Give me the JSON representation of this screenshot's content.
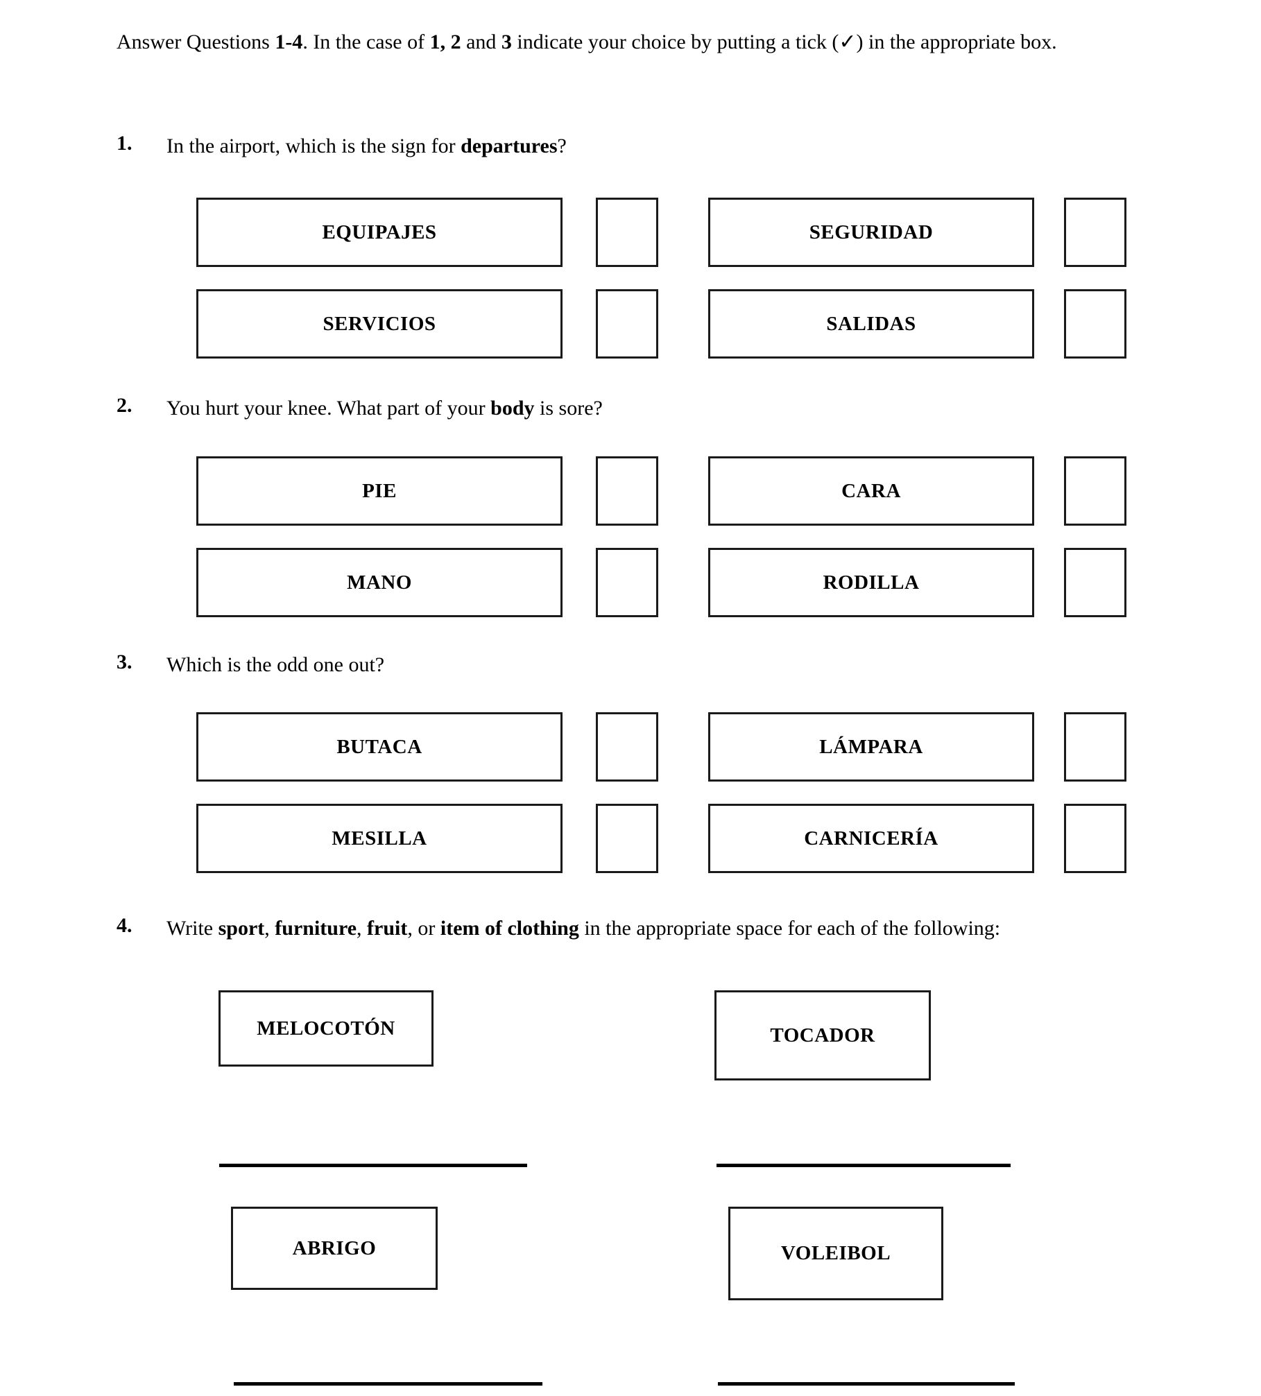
{
  "document": {
    "intro": {
      "segments": [
        {
          "text": "Answer Questions ",
          "bold": false
        },
        {
          "text": "1-4",
          "bold": true
        },
        {
          "text": ". In the case of ",
          "bold": false
        },
        {
          "text": "1, 2",
          "bold": true
        },
        {
          "text": " and ",
          "bold": false
        },
        {
          "text": "3",
          "bold": true
        },
        {
          "text": " indicate your choice by putting a tick (✓) in the appropriate box.",
          "bold": false
        }
      ],
      "plain": "Answer Questions 1-4. In the case of 1, 2 and 3 indicate your choice by putting a tick (✓) in the appropriate box."
    },
    "questions": [
      {
        "number": "1.",
        "prompt_segments": [
          {
            "text": "In the airport, which is the sign for ",
            "bold": false
          },
          {
            "text": "departures",
            "bold": true
          },
          {
            "text": "?",
            "bold": false
          }
        ],
        "prompt_plain": "In the airport, which is the sign for departures?",
        "type": "tick-box",
        "options": [
          {
            "label": "EQUIPAJES",
            "column": "left",
            "row": 1,
            "ticked": false
          },
          {
            "label": "SEGURIDAD",
            "column": "right",
            "row": 1,
            "ticked": false
          },
          {
            "label": "SERVICIOS",
            "column": "left",
            "row": 2,
            "ticked": false
          },
          {
            "label": "SALIDAS",
            "column": "right",
            "row": 2,
            "ticked": false
          }
        ]
      },
      {
        "number": "2.",
        "prompt_segments": [
          {
            "text": "You hurt your knee. What part of your ",
            "bold": false
          },
          {
            "text": "body",
            "bold": true
          },
          {
            "text": " is sore?",
            "bold": false
          }
        ],
        "prompt_plain": "You hurt your knee. What part of your body is sore?",
        "type": "tick-box",
        "options": [
          {
            "label": "PIE",
            "column": "left",
            "row": 1,
            "ticked": false
          },
          {
            "label": "CARA",
            "column": "right",
            "row": 1,
            "ticked": false
          },
          {
            "label": "MANO",
            "column": "left",
            "row": 2,
            "ticked": false
          },
          {
            "label": "RODILLA",
            "column": "right",
            "row": 2,
            "ticked": false
          }
        ]
      },
      {
        "number": "3.",
        "prompt_segments": [
          {
            "text": "Which is the odd one out?",
            "bold": false
          }
        ],
        "prompt_plain": "Which is the odd one out?",
        "type": "tick-box",
        "options": [
          {
            "label": "BUTACA",
            "column": "left",
            "row": 1,
            "ticked": false
          },
          {
            "label": "LÁMPARA",
            "column": "right",
            "row": 1,
            "ticked": false
          },
          {
            "label": "MESILLA",
            "column": "left",
            "row": 2,
            "ticked": false
          },
          {
            "label": "CARNICERÍA",
            "column": "right",
            "row": 2,
            "ticked": false
          }
        ]
      },
      {
        "number": "4.",
        "prompt_segments": [
          {
            "text": "Write ",
            "bold": false
          },
          {
            "text": "sport",
            "bold": true
          },
          {
            "text": ", ",
            "bold": false
          },
          {
            "text": "furniture",
            "bold": true
          },
          {
            "text": ", ",
            "bold": false
          },
          {
            "text": "fruit",
            "bold": true
          },
          {
            "text": ", or ",
            "bold": false
          },
          {
            "text": "item of clothing",
            "bold": true
          },
          {
            "text": " in the appropriate space for each of the following:",
            "bold": false
          }
        ],
        "prompt_plain": "Write sport, furniture, fruit, or item of clothing in the appropriate space for each of the following:",
        "type": "write-in",
        "items": [
          {
            "label": "MELOCOTÓN",
            "answer": ""
          },
          {
            "label": "TOCADOR",
            "answer": ""
          },
          {
            "label": "ABRIGO",
            "answer": ""
          },
          {
            "label": "VOLEIBOL",
            "answer": ""
          }
        ]
      }
    ]
  },
  "colors": {
    "page_background": "#ffffff",
    "text": "#000000",
    "box_border": "#1a1a1a",
    "rule": "#000000"
  }
}
